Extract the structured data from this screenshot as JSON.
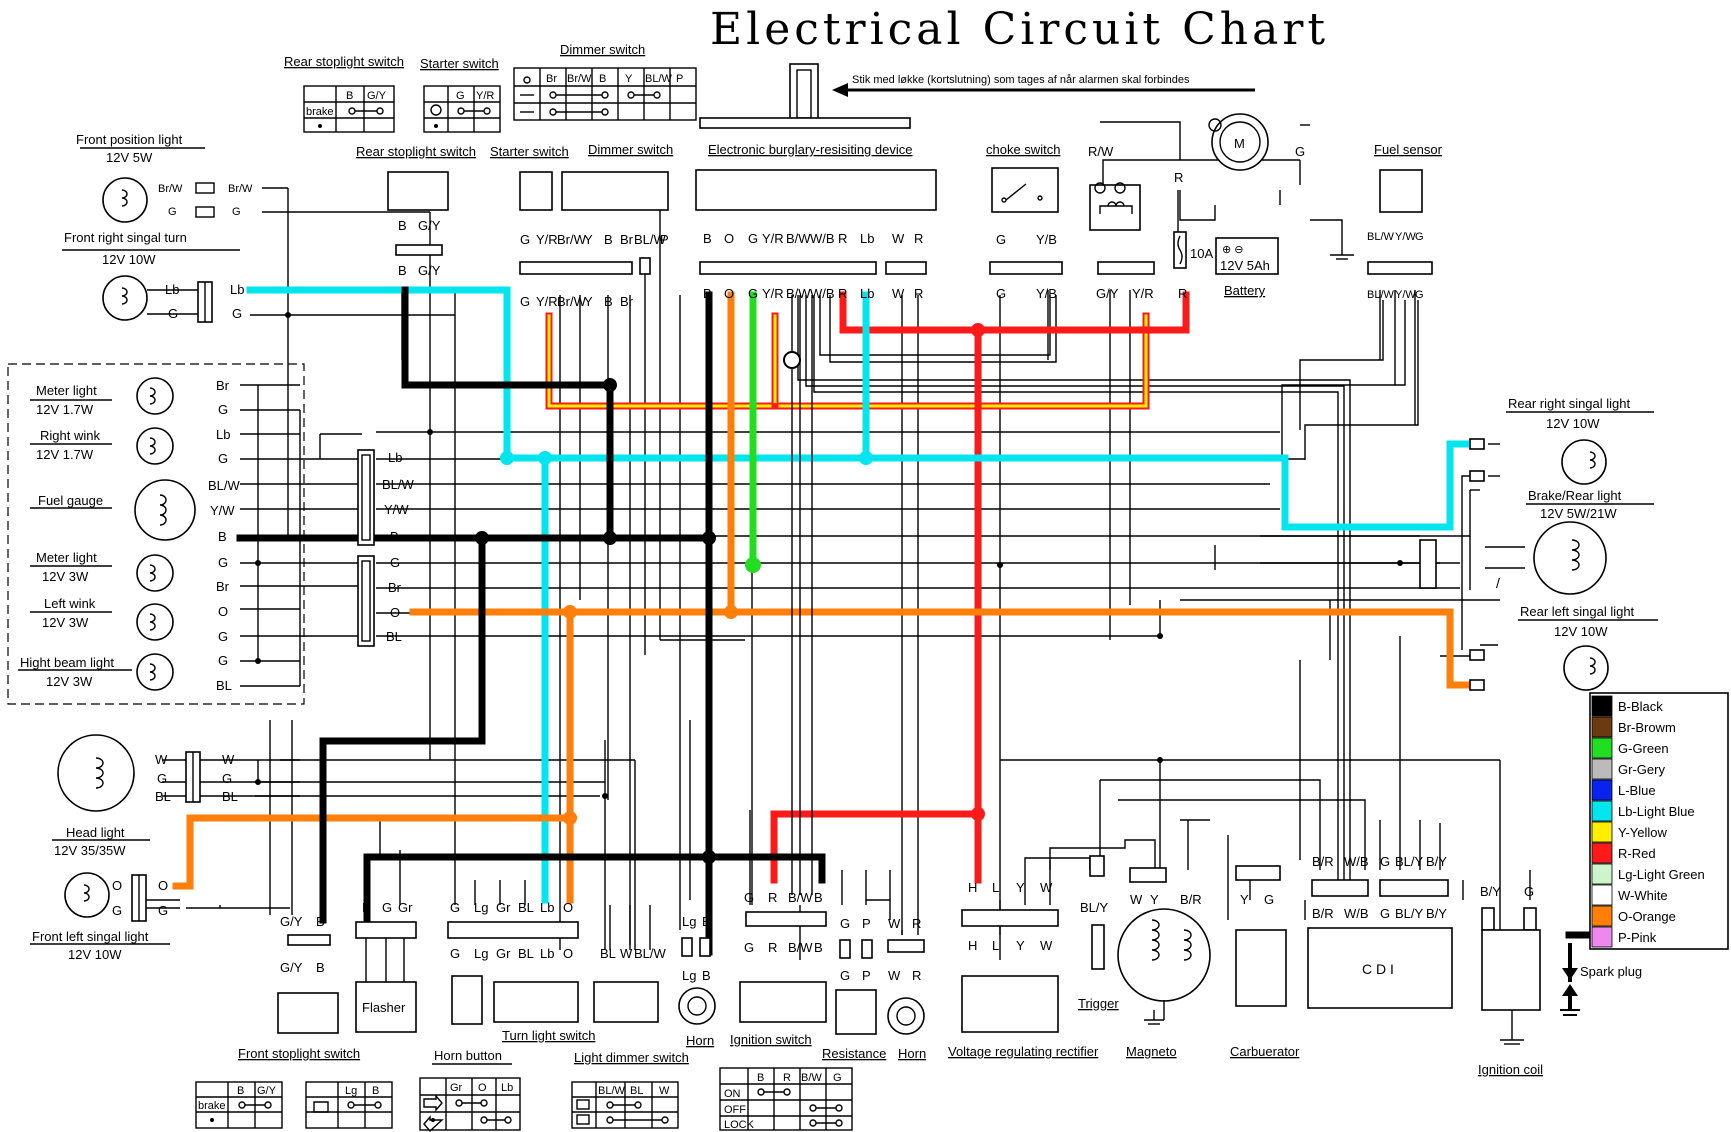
{
  "title": "Electrical Circuit Chart",
  "note": "Stik med løkke (kortslutning) som tages af når alarmen skal forbindes",
  "colors": {
    "black": "#000000",
    "light_blue": "#00e5ee",
    "red": "#ff1a1a",
    "orange": "#ff7f0a",
    "yellow": "#ffee00",
    "green": "#22dd22"
  },
  "legend": [
    {
      "code": "B-Black",
      "color": "#000000"
    },
    {
      "code": "Br-Browm",
      "color": "#6b3a10"
    },
    {
      "code": "G-Green",
      "color": "#22dd22"
    },
    {
      "code": "Gr-Gery",
      "color": "#bbbbbb"
    },
    {
      "code": "L-Blue",
      "color": "#0a22ee"
    },
    {
      "code": "Lb-Light Blue",
      "color": "#00e5ee"
    },
    {
      "code": "Y-Yellow",
      "color": "#ffee00"
    },
    {
      "code": "R-Red",
      "color": "#ff1a1a"
    },
    {
      "code": "Lg-Light Green",
      "color": "#ccf5cc"
    },
    {
      "code": "W-White",
      "color": "#ffffff"
    },
    {
      "code": "O-Orange",
      "color": "#ff7f0a"
    },
    {
      "code": "P-Pink",
      "color": "#ee88ee"
    }
  ],
  "switch_tables": {
    "rear_stoplight": {
      "title": "Rear stoplight switch",
      "cols": [
        "B",
        "G/Y"
      ],
      "row": "brake"
    },
    "starter": {
      "title": "Starter switch",
      "cols": [
        "G",
        "Y/R"
      ]
    },
    "dimmer": {
      "title": "Dimmer switch",
      "cols": [
        "Br",
        "Br/W",
        "B",
        "Y",
        "BL/W",
        "P"
      ]
    },
    "front_stoplight": {
      "title": "Front stoplight switch",
      "cols": [
        "B",
        "G/Y"
      ],
      "row": "brake"
    },
    "horn_button": {
      "title": "Horn button",
      "cols": [
        "Lg",
        "B"
      ]
    },
    "turn_light": {
      "title": "Turn light switch",
      "cols": [
        "Gr",
        "O",
        "Lb"
      ]
    },
    "light_dimmer": {
      "title": "Light dimmer switch",
      "cols": [
        "BL/W",
        "BL",
        "W"
      ]
    },
    "ignition": {
      "cols": [
        "B",
        "R",
        "B/W",
        "G"
      ],
      "rows": [
        "ON",
        "OFF",
        "LOCK"
      ]
    }
  },
  "components": {
    "front_position_light": {
      "name": "Front position light",
      "rating": "12V  5W",
      "wires": [
        "Br/W",
        "G"
      ]
    },
    "front_right_turn": {
      "name": "Front right singal turn",
      "rating": "12V  10W",
      "wires": [
        "Lb",
        "G"
      ]
    },
    "meter_light_1": {
      "name": "Meter light",
      "rating": "12V  1.7W"
    },
    "right_wink": {
      "name": "Right wink",
      "rating": "12V  1.7W"
    },
    "fuel_gauge": {
      "name": "Fuel gauge"
    },
    "meter_light_2": {
      "name": "Meter light",
      "rating": "12V  3W"
    },
    "left_wink": {
      "name": "Left wink",
      "rating": "12V  3W"
    },
    "high_beam": {
      "name": "Hight beam light",
      "rating": "12V  3W"
    },
    "head_light": {
      "name": "Head light",
      "rating": "12V  35/35W",
      "wires": [
        "W",
        "G",
        "BL"
      ]
    },
    "front_left_turn": {
      "name": "Front left singal light",
      "rating": "12V  10W",
      "wires": [
        "O",
        "G"
      ]
    },
    "rear_stoplight_switch": {
      "name": "Rear stoplight switch",
      "wires": [
        "B",
        "G/Y"
      ]
    },
    "starter_switch": {
      "name": "Starter switch"
    },
    "dimmer_switch": {
      "name": "Dimmer switch"
    },
    "alarm": {
      "name": "Electronic burglary-resisiting device",
      "wires": [
        "B",
        "O",
        "G",
        "Y/R",
        "B/W",
        "W/B",
        "R",
        "Lb",
        "W",
        "R"
      ]
    },
    "choke": {
      "name": "choke switch",
      "wires": [
        "G",
        "Y/B"
      ]
    },
    "battery": {
      "name": "Battery",
      "rating": "12V 5Ah",
      "fuse": "10A",
      "motor": "M",
      "wires": [
        "R/W",
        "R",
        "G",
        "G/Y",
        "Y/R"
      ]
    },
    "fuel_sensor": {
      "name": "Fuel sensor",
      "wires": [
        "BL/W",
        "Y/W",
        "G"
      ]
    },
    "rear_right_turn": {
      "name": "Rear right singal light",
      "rating": "12V  10W"
    },
    "brake_rear": {
      "name": "Brake/Rear light",
      "rating": "12V  5W/21W"
    },
    "rear_left_turn": {
      "name": "Rear left singal light",
      "rating": "12V  10W"
    },
    "front_stop": {
      "name": "Front stoplight switch",
      "wires": [
        "G/Y",
        "B"
      ]
    },
    "flasher": {
      "name": "Flasher",
      "wires": [
        "B",
        "G",
        "Gr"
      ]
    },
    "turn_switch": {
      "name": "Turn light switch",
      "wires": [
        "G",
        "Lg",
        "Gr",
        "BL",
        "Lb",
        "O"
      ]
    },
    "light_dimmer_sw": {
      "name": "Light dimmer switch",
      "wires": [
        "BL",
        "W",
        "BL/W"
      ]
    },
    "horn_btn": {
      "name": "Horn",
      "wires": [
        "Lg",
        "B"
      ]
    },
    "ignition_switch": {
      "name": "Ignition switch",
      "wires": [
        "G",
        "R",
        "B/W",
        "B"
      ]
    },
    "resistance": {
      "name": "Resistance",
      "wires": [
        "G",
        "P"
      ]
    },
    "horn": {
      "name": "Horn",
      "wires": [
        "W",
        "R"
      ]
    },
    "rectifier": {
      "name": "Voltage regulating rectifier",
      "wires": [
        "H",
        "L",
        "Y",
        "W"
      ]
    },
    "magneto": {
      "name": "Magneto",
      "trigger": "Trigger",
      "wires": [
        "BL/Y",
        "W",
        "Y",
        "B/R"
      ]
    },
    "carburetor": {
      "name": "Carbuerator",
      "wires": [
        "Y",
        "G"
      ]
    },
    "cdi": {
      "name": "C D I",
      "wires": [
        "B/R",
        "W/B",
        "G",
        "BL/Y",
        "B/Y"
      ]
    },
    "ignition_coil": {
      "name": "Ignition coil",
      "wires": [
        "B/Y",
        "G"
      ]
    },
    "spark_plug": {
      "name": "Spark plug"
    }
  },
  "harness_labels": [
    "Lb",
    "BL/W",
    "Y/W",
    "B",
    "G",
    "Br",
    "O",
    "BL"
  ],
  "slash": "/"
}
